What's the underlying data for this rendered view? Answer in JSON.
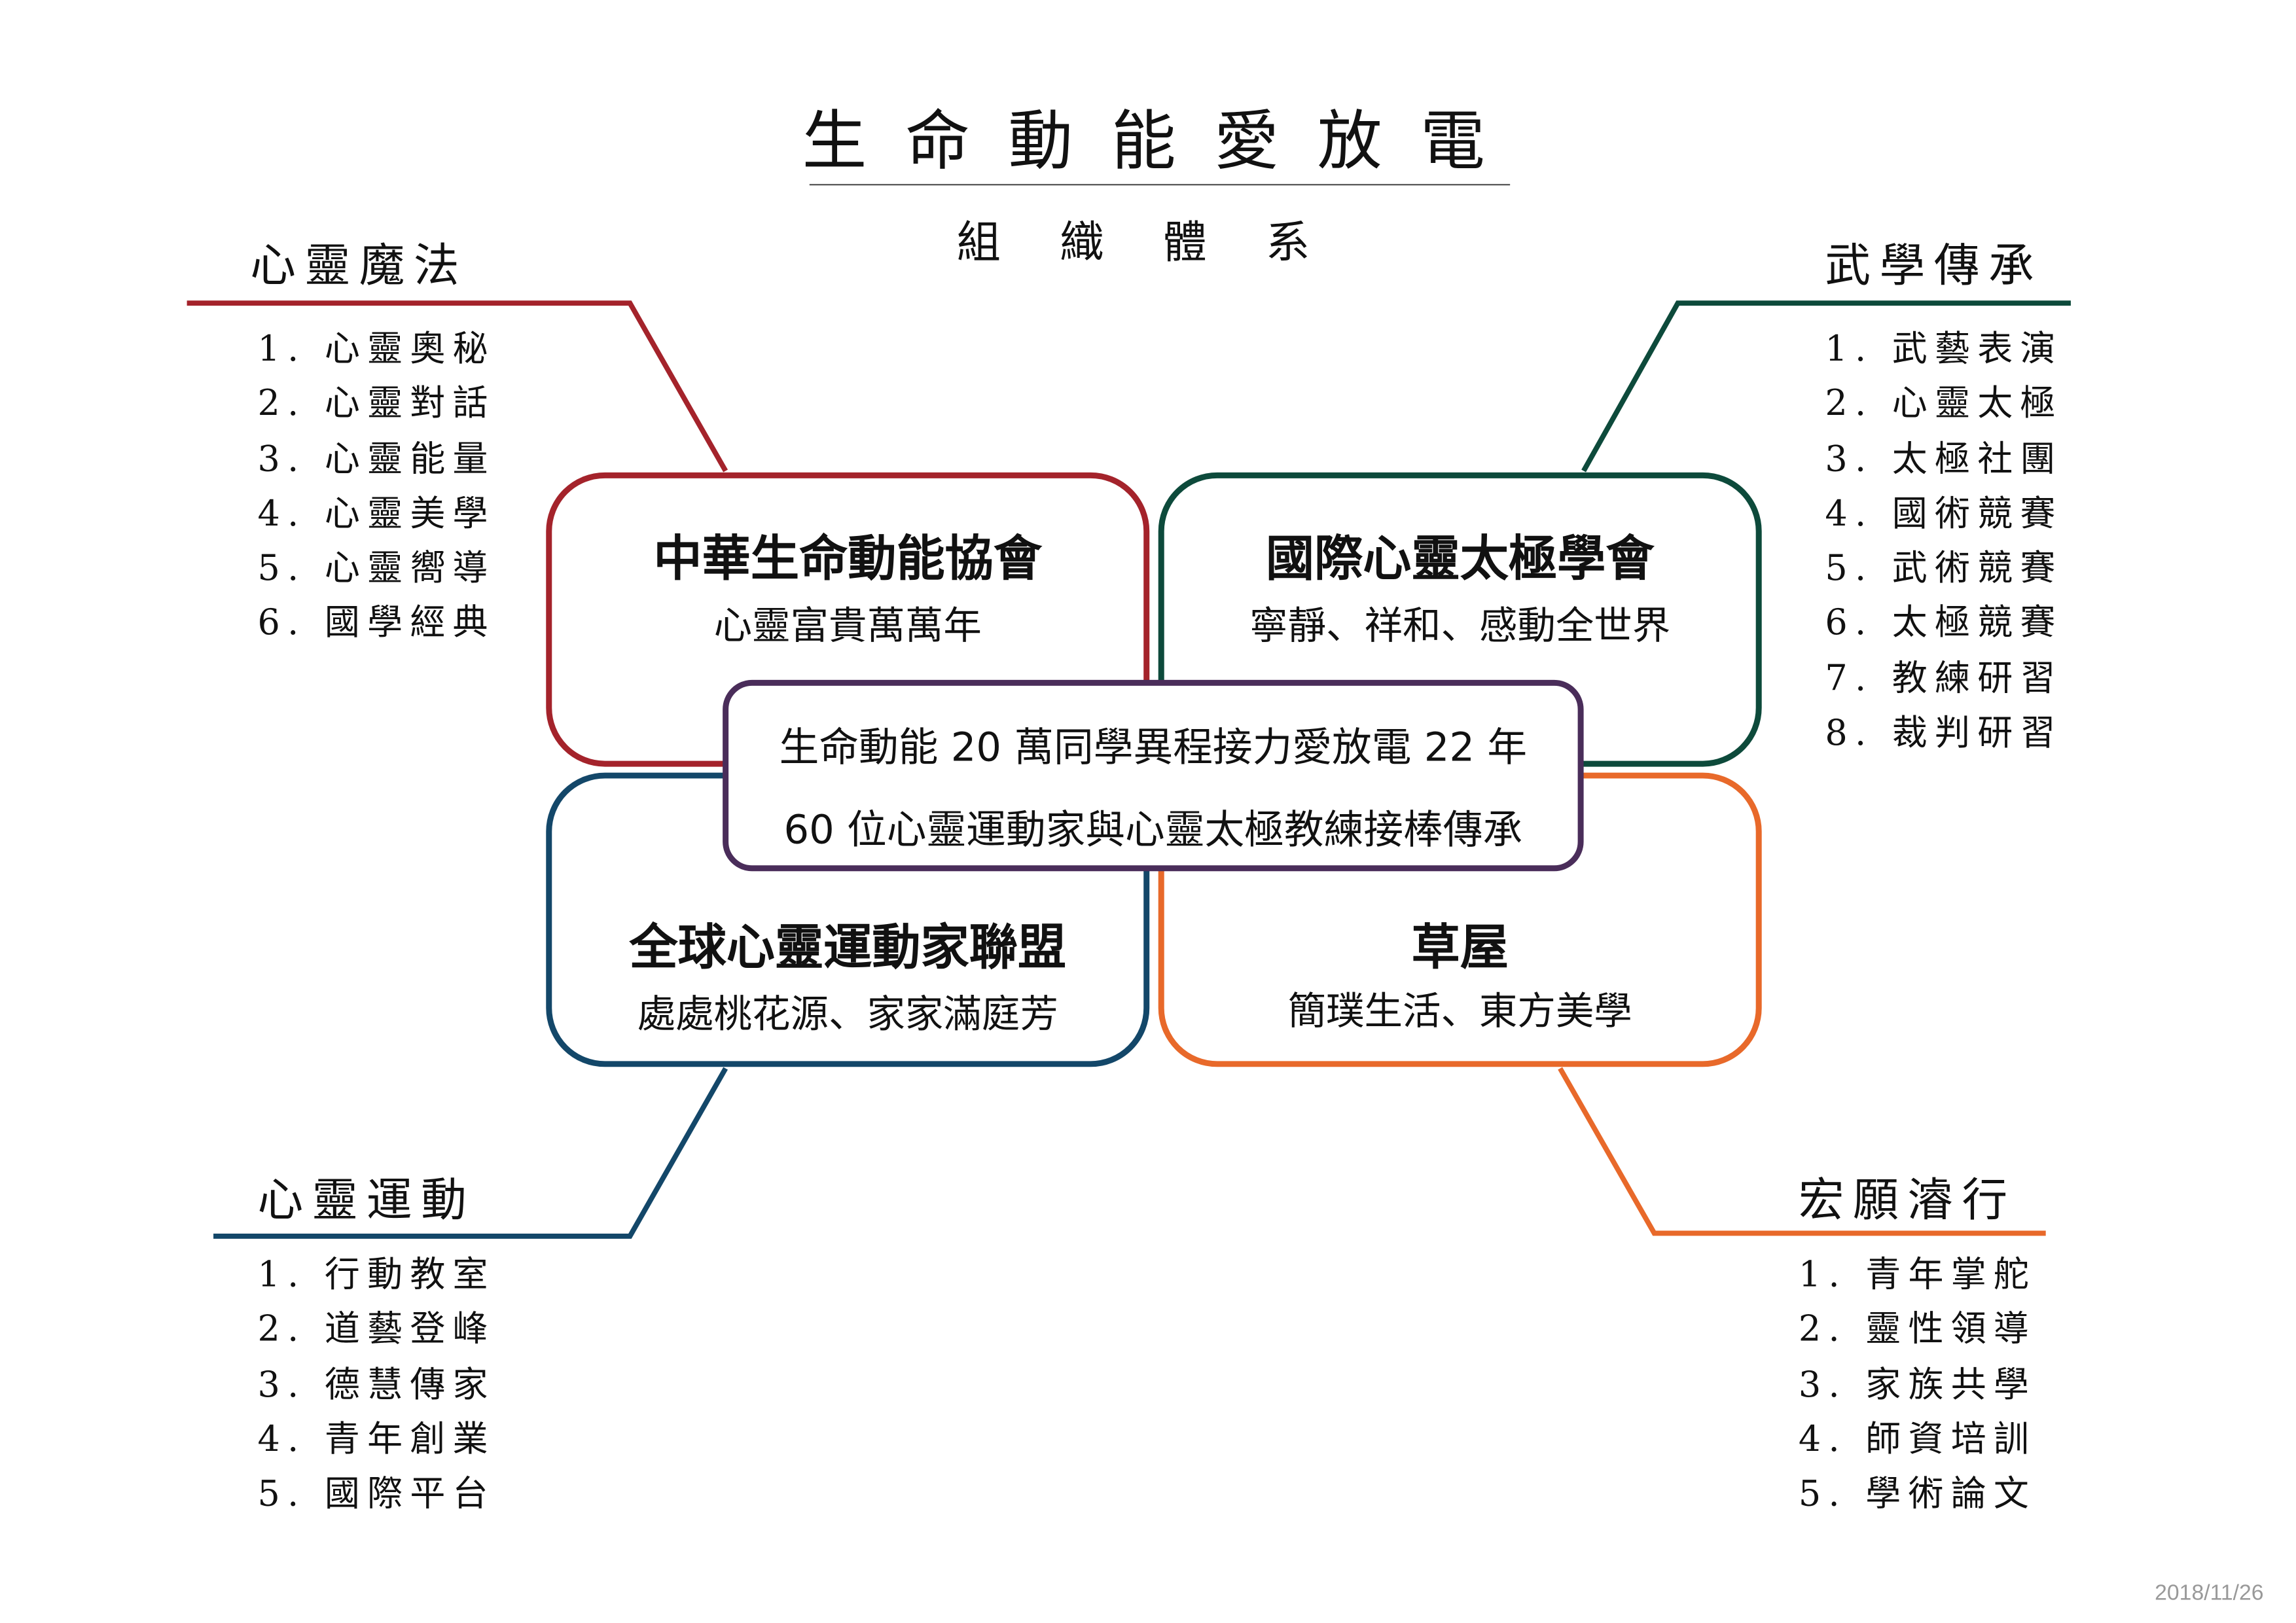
{
  "header": {
    "title": "生命動能愛放電",
    "subtitle": "組織體系"
  },
  "sections": {
    "top_left": {
      "title": "心靈魔法",
      "color": "#a4232b",
      "items": [
        "1. 心靈奧秘",
        "2. 心靈對話",
        "3. 心靈能量",
        "4. 心靈美學",
        "5. 心靈嚮導",
        "6. 國學經典"
      ]
    },
    "top_right": {
      "title": "武學傳承",
      "color": "#0d4a3b",
      "items": [
        "1. 武藝表演",
        "2. 心靈太極",
        "3. 太極社團",
        "4. 國術競賽",
        "5. 武術競賽",
        "6. 太極競賽",
        "7. 教練研習",
        "8. 裁判研習"
      ]
    },
    "bottom_left": {
      "title": "心靈運動",
      "color": "#134769",
      "items": [
        "1. 行動教室",
        "2. 道藝登峰",
        "3. 德慧傳家",
        "4. 青年創業",
        "5. 國際平台"
      ]
    },
    "bottom_right": {
      "title": "宏願濬行",
      "color": "#e8692a",
      "items": [
        "1. 青年掌舵",
        "2. 靈性領導",
        "3. 家族共學",
        "4. 師資培訓",
        "5. 學術論文"
      ]
    }
  },
  "boxes": {
    "red": {
      "title": "中華生命動能協會",
      "subtitle": "心靈富貴萬萬年"
    },
    "green": {
      "title": "國際心靈太極學會",
      "subtitle": "寧靜、祥和、感動全世界"
    },
    "blue": {
      "title": "全球心靈運動家聯盟",
      "subtitle": "處處桃花源、家家滿庭芳"
    },
    "orange": {
      "title": "草屋",
      "subtitle": "簡璞生活、東方美學"
    }
  },
  "center": {
    "line1": "生命動能 20 萬同學異程接力愛放電 22 年",
    "line2": "60 位心靈運動家與心靈太極教練接棒傳承",
    "color": "#4a2d5a"
  },
  "footer": {
    "date": "2018/11/26"
  }
}
